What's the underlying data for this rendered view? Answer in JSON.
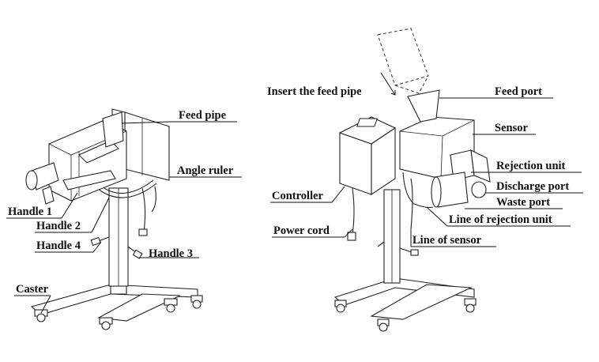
{
  "labels": {
    "feed_pipe": "Feed pipe",
    "angle_ruler": "Angle ruler",
    "handle_1": "Handle 1",
    "handle_2": "Handle 2",
    "handle_4": "Handle 4",
    "handle_3": "Handle 3",
    "caster": "Caster",
    "insert_feed_pipe": "Insert the feed pipe",
    "feed_port": "Feed port",
    "sensor": "Sensor",
    "rejection_unit": "Rejection unit",
    "controller": "Controller",
    "discharge_port": "Discharge port",
    "waste_port": "Waste port",
    "line_of_rejection_unit": "Line of rejection unit",
    "power_cord": "Power cord",
    "line_of_sensor": "Line of sensor"
  }
}
